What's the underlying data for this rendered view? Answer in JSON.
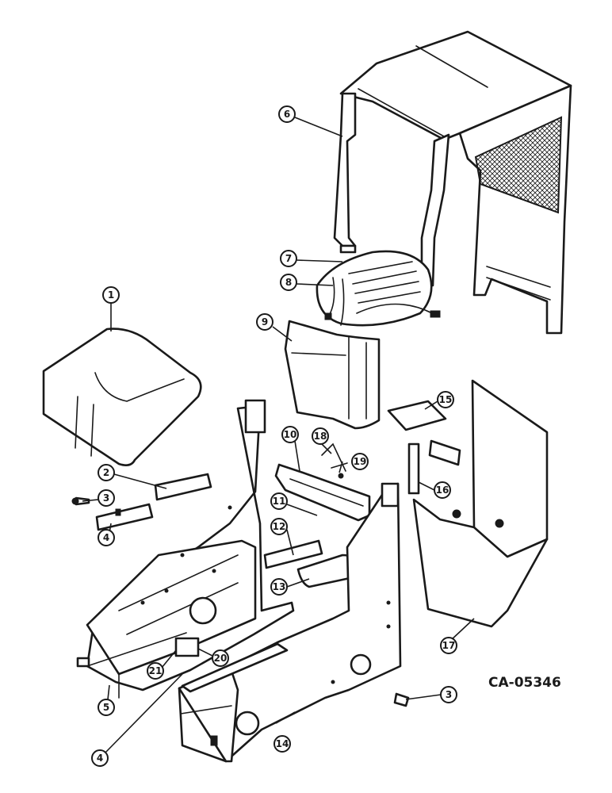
{
  "drawing_number": "CA-05346",
  "callouts": [
    "1",
    "2",
    "3",
    "4",
    "5",
    "6",
    "7",
    "8",
    "9",
    "10",
    "11",
    "12",
    "13",
    "14",
    "15",
    "16",
    "17",
    "18",
    "19",
    "20",
    "21",
    "3",
    "4"
  ],
  "colors": {
    "ink": "#1a1a1a",
    "paper": "#ffffff"
  }
}
